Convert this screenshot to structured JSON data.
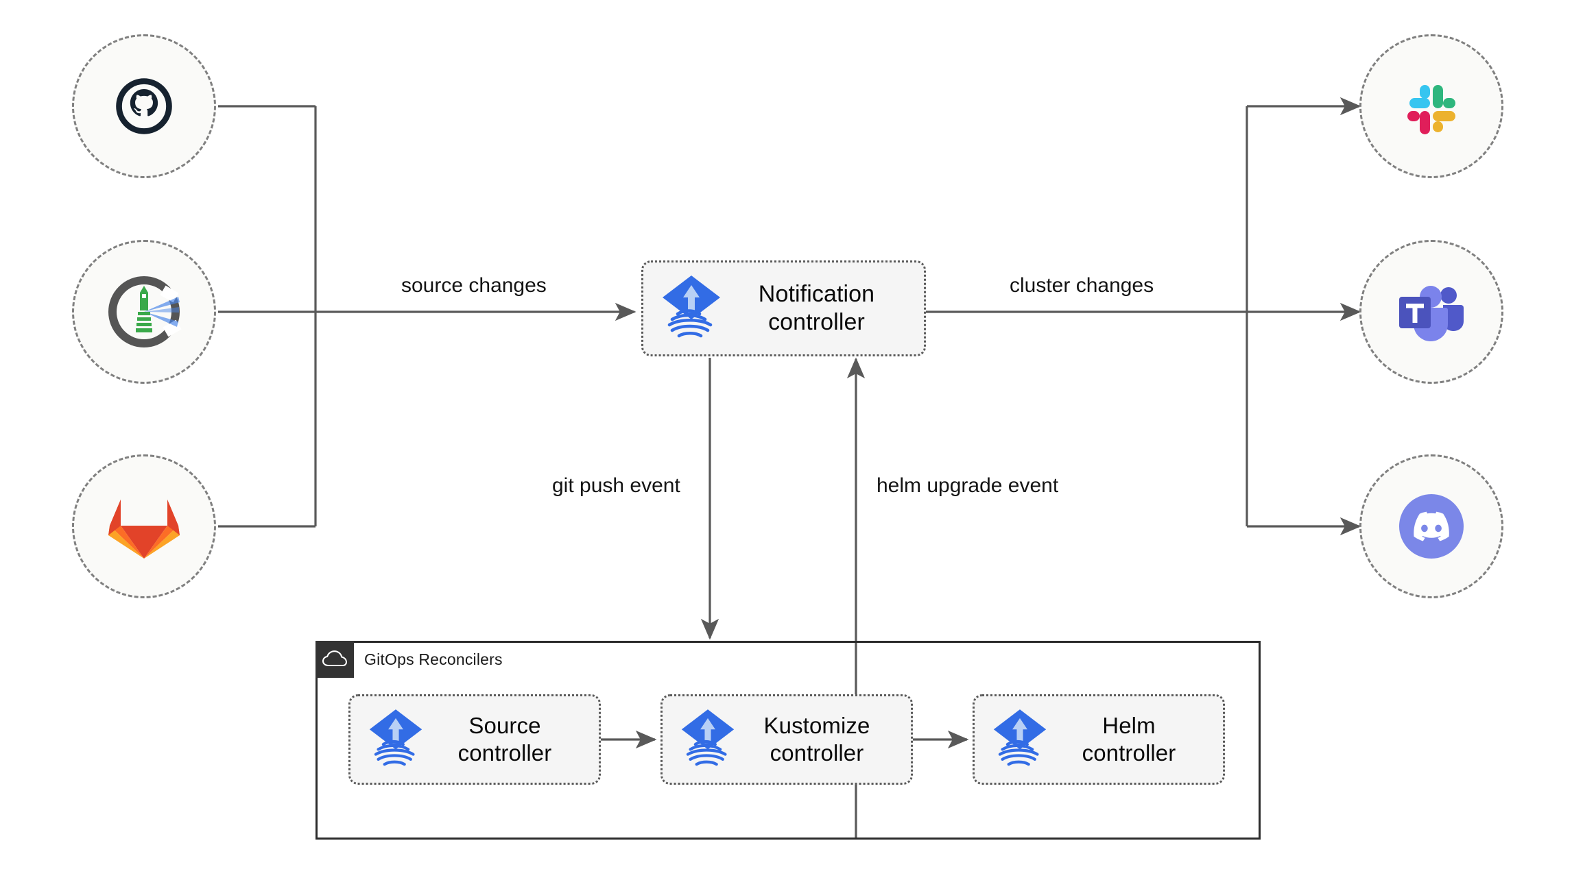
{
  "diagram": {
    "title": "Flux notification controller architecture",
    "colors": {
      "wire": "#595959",
      "circle_fill": "#fafaf8",
      "circle_stroke": "#808080",
      "box_fill": "#f5f5f5",
      "box_stroke": "#5a5a5a",
      "group_stroke": "#2b2b2b",
      "group_badge": "#333333",
      "flux_blue": "#326ce5",
      "flux_light": "#b8d0f5",
      "github_dark": "#16222f",
      "gitlab_orange": "#fc6d26",
      "gitlab_red": "#e24329",
      "gitlab_yellow": "#fca326",
      "slack_cyan": "#36c5f0",
      "slack_green": "#2eb67d",
      "slack_red": "#e01e5a",
      "slack_yellow": "#ecb22e",
      "teams_purple": "#5059c9",
      "teams_indigo": "#4b53bc",
      "teams_light": "#7b83eb",
      "discord_blurple": "#7b87e8",
      "lighthouse_green": "#3aa94a",
      "lighthouse_ring": "#555555",
      "lighthouse_beam": "#4a86e8"
    }
  },
  "sources": [
    {
      "id": "github",
      "name": "github-icon",
      "label": "GitHub"
    },
    {
      "id": "flux",
      "name": "flux-lighthouse-icon",
      "label": "Flux"
    },
    {
      "id": "gitlab",
      "name": "gitlab-icon",
      "label": "GitLab"
    }
  ],
  "destinations": [
    {
      "id": "slack",
      "name": "slack-icon",
      "label": "Slack"
    },
    {
      "id": "teams",
      "name": "teams-icon",
      "label": "Microsoft Teams"
    },
    {
      "id": "discord",
      "name": "discord-icon",
      "label": "Discord"
    }
  ],
  "notification": {
    "label": "Notification\ncontroller",
    "icon": "flux-logo-icon"
  },
  "group": {
    "title": "GitOps Reconcilers",
    "badge_icon": "cloud-icon",
    "boxes": [
      {
        "id": "source",
        "label": "Source\ncontroller",
        "icon": "flux-logo-icon"
      },
      {
        "id": "kustomize",
        "label": "Kustomize\ncontroller",
        "icon": "flux-logo-icon"
      },
      {
        "id": "helm",
        "label": "Helm\ncontroller",
        "icon": "flux-logo-icon"
      }
    ]
  },
  "edges": {
    "source_changes": "source changes",
    "cluster_changes": "cluster changes",
    "git_push": "git push event",
    "helm_upgrade": "helm upgrade event"
  }
}
